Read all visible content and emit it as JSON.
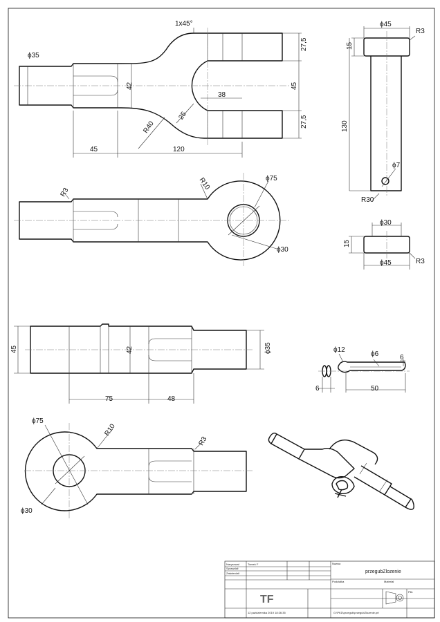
{
  "drawing": {
    "fork_top": {
      "chamfer": "1x45°",
      "d_shank": "ϕ35",
      "inner": "42",
      "slot": "45",
      "ear_top": "27,5",
      "ear_bottom": "27,5",
      "depth": "38",
      "r_slot": "25",
      "r_neck": "R40",
      "len_shank": "45",
      "len_total": "120"
    },
    "fork_side": {
      "r_edge": "R3",
      "r_neck": "R10",
      "d_outer": "ϕ75",
      "d_hole": "ϕ30"
    },
    "pin": {
      "d_head": "ϕ45",
      "r_head": "R3",
      "head_h": "15",
      "length": "130",
      "d_hole": "ϕ7",
      "r_end": "R30"
    },
    "washer": {
      "d_in": "ϕ30",
      "thick": "15",
      "d_out": "ϕ45",
      "r_edge": "R3"
    },
    "eye_top": {
      "height": "45",
      "inner": "42",
      "d_shank": "ϕ35",
      "len_a": "75",
      "len_b": "48"
    },
    "cotter": {
      "d_eye": "ϕ12",
      "d_wire": "ϕ6",
      "end": "6",
      "thick": "6",
      "length": "50"
    },
    "eye_side": {
      "d_outer": "ϕ75",
      "r_neck": "R10",
      "r_edge": "R3",
      "d_hole": "ϕ30"
    }
  },
  "title_block": {
    "row_drawn": "Narysował",
    "row_checked": "Sprawdził",
    "row_approved": "Zatwierdził",
    "drawn_by": "Tomek F",
    "title": "przegubZlozenie",
    "label_name": "Nazwa",
    "label_scale": "Podziałka",
    "label_material": "Materiał",
    "label_sheet": "Plik",
    "logo": "TF",
    "date": "12 października 2019 18:26:35",
    "path": "G:\\PKD\\przegub\\przegubZlozenie.prt"
  }
}
